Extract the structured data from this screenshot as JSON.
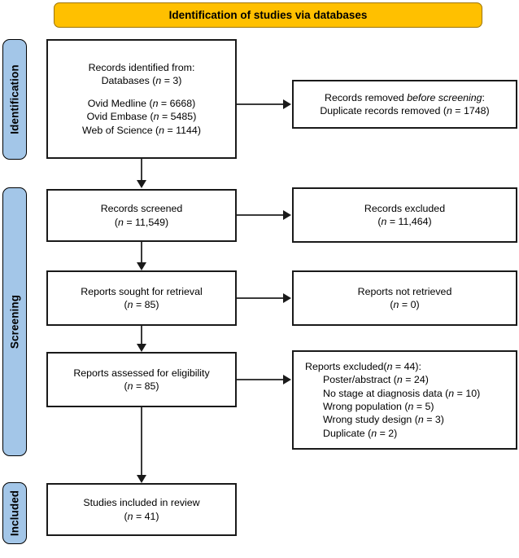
{
  "header": {
    "banner_title": "Identification of studies via databases"
  },
  "phases": [
    {
      "id": "identification",
      "label": "Identification"
    },
    {
      "id": "screening",
      "label": "Screening"
    },
    {
      "id": "included",
      "label": "Included"
    }
  ],
  "boxes": {
    "records_identified": {
      "title": "Records identified from:",
      "databases_line": "Databases (",
      "databases_n": "n",
      "databases_value": " = 3)",
      "sources": [
        {
          "name": "Ovid Medline (",
          "nvar": "n",
          "value": " = 6668)"
        },
        {
          "name": "Ovid Embase (",
          "nvar": "n",
          "value": " = 5485)"
        },
        {
          "name": "Web of Science (",
          "nvar": "n",
          "value": " = 1144)"
        }
      ]
    },
    "records_removed": {
      "line1_a": "Records removed ",
      "line1_em": "before screening",
      "line1_b": ":",
      "line2_a": "Duplicate records removed (",
      "line2_n": "n",
      "line2_b": " = 1748)"
    },
    "records_screened": {
      "title": "Records screened",
      "count_open": "(",
      "count_n": "n",
      "count_value": " = 11,549)"
    },
    "records_excluded": {
      "title": "Records excluded",
      "count_open": "(",
      "count_n": "n",
      "count_value": " = 11,464)"
    },
    "reports_sought": {
      "title": "Reports sought for retrieval",
      "count_open": "(",
      "count_n": "n",
      "count_value": " = 85)"
    },
    "reports_not_retrieved": {
      "title": "Reports not retrieved",
      "count_open": "(",
      "count_n": "n",
      "count_value": " = 0)"
    },
    "reports_assessed": {
      "title": "Reports assessed for eligibility",
      "count_open": "(",
      "count_n": "n",
      "count_value": " = 85)"
    },
    "reports_excluded": {
      "heading_a": "Reports excluded(",
      "heading_n": "n",
      "heading_b": " = 44):",
      "reasons": [
        {
          "label": "Poster/abstract (",
          "nvar": "n",
          "value": " = 24)"
        },
        {
          "label": "No stage at diagnosis data (",
          "nvar": "n",
          "value": " = 10)"
        },
        {
          "label": "Wrong population (",
          "nvar": "n",
          "value": " = 5)"
        },
        {
          "label": "Wrong study design (",
          "nvar": "n",
          "value": " = 3)"
        },
        {
          "label": "Duplicate (",
          "nvar": "n",
          "value": " = 2)"
        }
      ]
    },
    "studies_included": {
      "title": "Studies included in review",
      "count_open": "(",
      "count_n": "n",
      "count_value": " = 41)"
    }
  },
  "colors": {
    "banner": "#FFC000",
    "phase_bar": "#A3C6E8",
    "box_border": "#1A1A1A",
    "connector": "#3A3A3A"
  }
}
